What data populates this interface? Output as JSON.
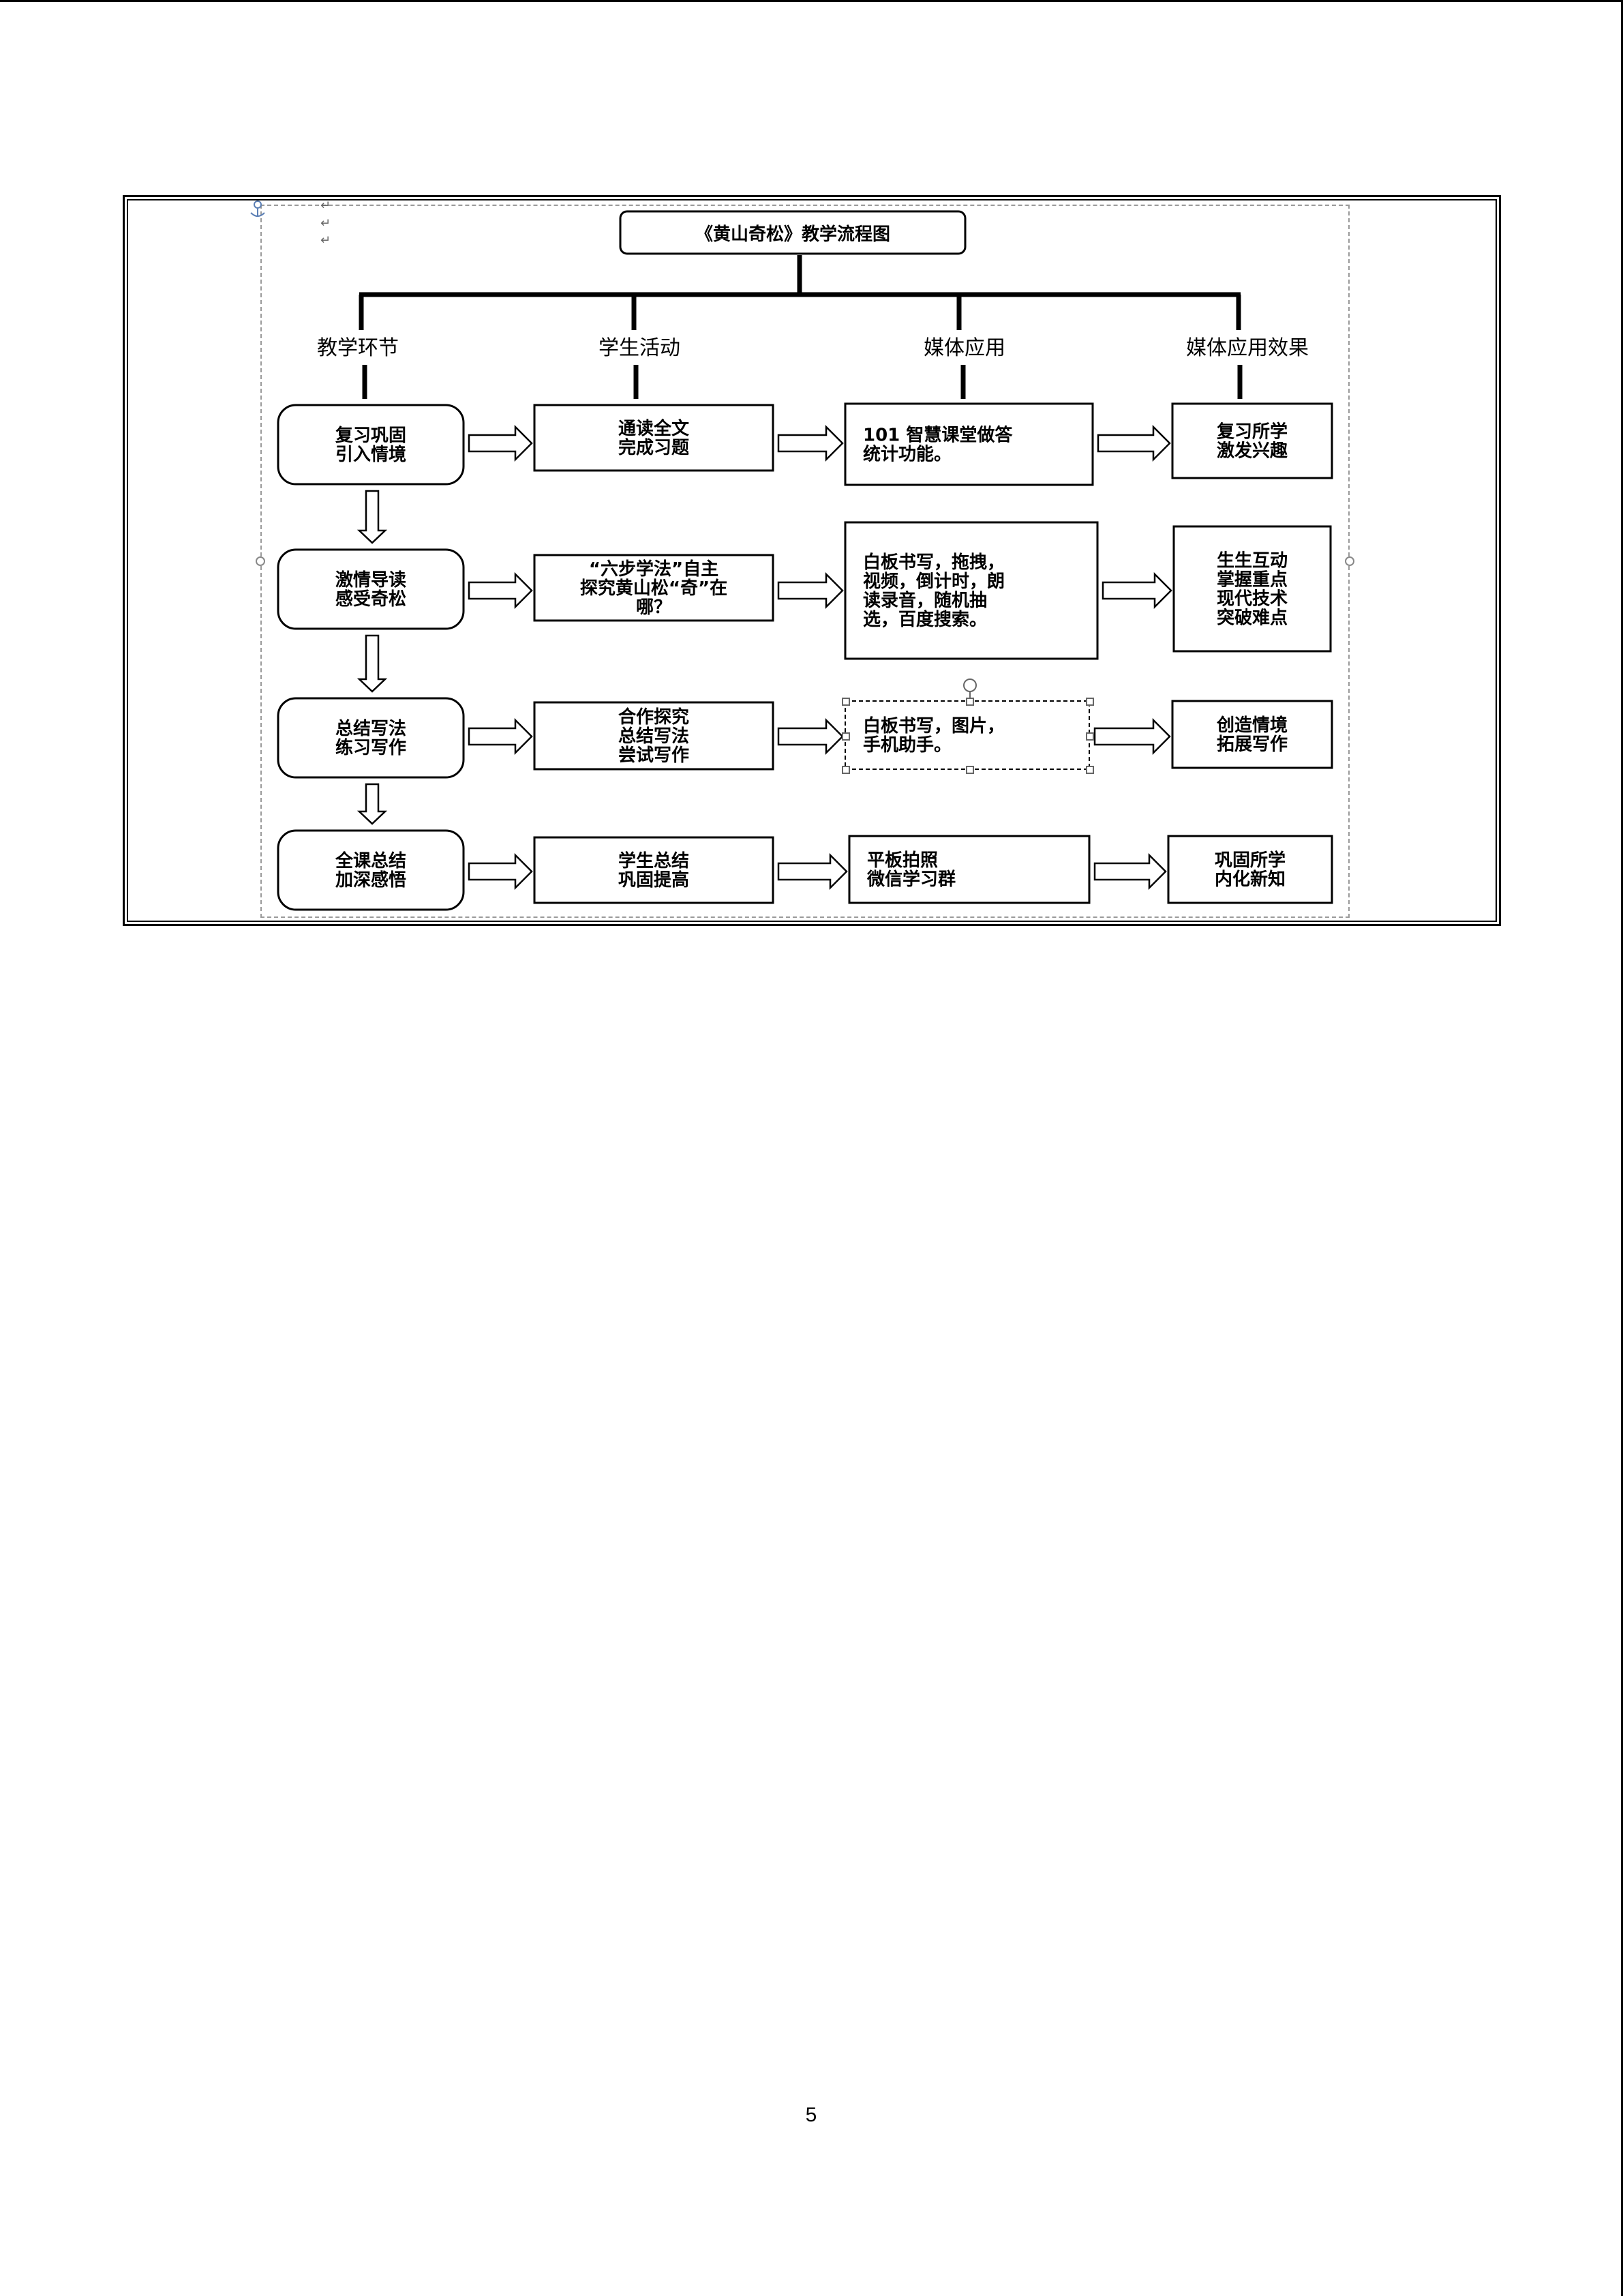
{
  "title": "《黄山奇松》教学流程图",
  "columns": [
    "教学环节",
    "学生活动",
    "媒体应用",
    "媒体应用效果"
  ],
  "rows": [
    {
      "stage": [
        "复习巩固",
        "引入情境"
      ],
      "activity": [
        "通读全文",
        "完成习题"
      ],
      "media": [
        "101 智慧课堂做答",
        "统计功能。"
      ],
      "effect": [
        "复习所学",
        "激发兴趣"
      ]
    },
    {
      "stage": [
        "激情导读",
        "感受奇松"
      ],
      "activity": [
        "“六步学法”自主",
        "探究黄山松“奇”在",
        "哪？"
      ],
      "media": [
        "白板书写，拖拽，",
        "视频，倒计时，朗",
        "读录音，随机抽",
        "选，百度搜索。"
      ],
      "effect": [
        "生生互动",
        "掌握重点",
        "现代技术",
        "突破难点"
      ]
    },
    {
      "stage": [
        "总结写法",
        "练习写作"
      ],
      "activity": [
        "合作探究",
        "总结写法",
        "尝试写作"
      ],
      "media": [
        "白板书写，图片，",
        "手机助手。"
      ],
      "effect": [
        "创造情境",
        "拓展写作"
      ]
    },
    {
      "stage": [
        "全课总结",
        "加深感悟"
      ],
      "activity": [
        "学生总结",
        "巩固提高"
      ],
      "media": [
        "平板拍照",
        "微信学习群"
      ],
      "effect": [
        "巩固所学",
        "内化新知"
      ]
    }
  ],
  "page_number": "5",
  "colors": {
    "line": "#000000",
    "arrow_fill": "#ffffff",
    "guide": "#9a9a9a",
    "anchor": "#5b7fb5"
  }
}
